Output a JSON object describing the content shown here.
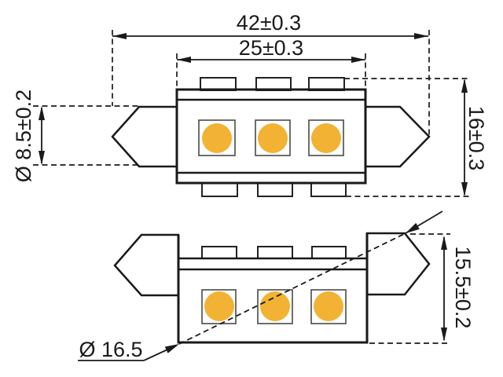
{
  "drawing": {
    "dimensions": {
      "overall_length": "42±0.3",
      "body_length": "25±0.3",
      "cap_diameter": "Ø 8.5±0.2",
      "overall_height": "16±0.3",
      "side_height": "15.5±0.2",
      "clearance_diameter": "Ø 16.5"
    },
    "colors": {
      "line": "#1a1a1a",
      "led_fill": "#f2b233",
      "led_outline": "#4a4a4a",
      "background": "#ffffff"
    }
  }
}
